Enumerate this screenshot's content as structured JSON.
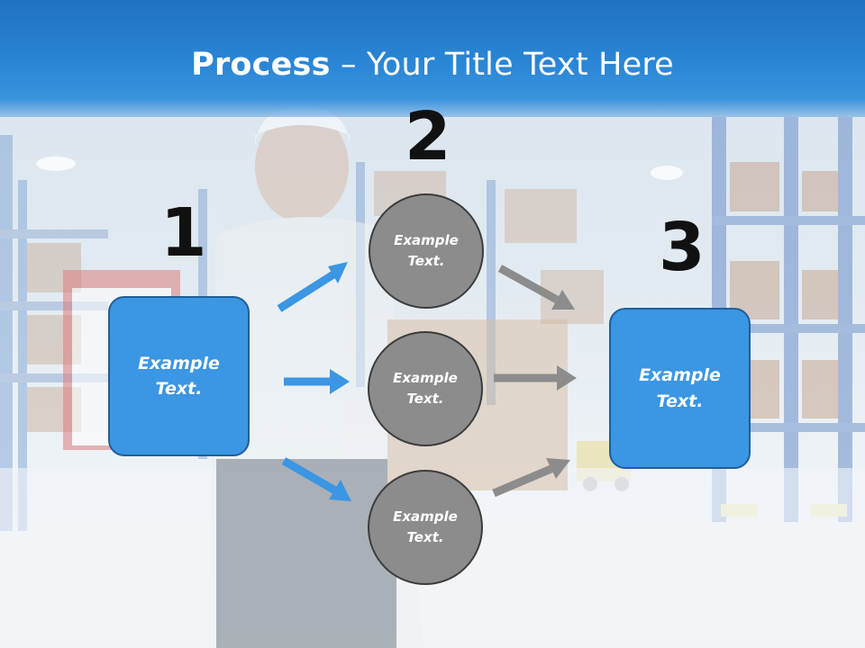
{
  "title": {
    "bold": "Process",
    "rest": " – Your Title Text Here"
  },
  "numbers": [
    "1",
    "2",
    "3"
  ],
  "left_box": {
    "label": "Example\nText."
  },
  "circles": [
    {
      "label": "Example\nText."
    },
    {
      "label": "Example\nText."
    },
    {
      "label": "Example\nText."
    }
  ],
  "right_box": {
    "label": "Example\nText."
  },
  "colors": {
    "title_bar": "#2a86d6",
    "box_fill": "#3b96e3",
    "box_border": "#1f5f98",
    "circle_fill": "#8c8c8c",
    "blue_arrow": "#3b96e3",
    "gray_arrow": "#8c8c8c"
  }
}
